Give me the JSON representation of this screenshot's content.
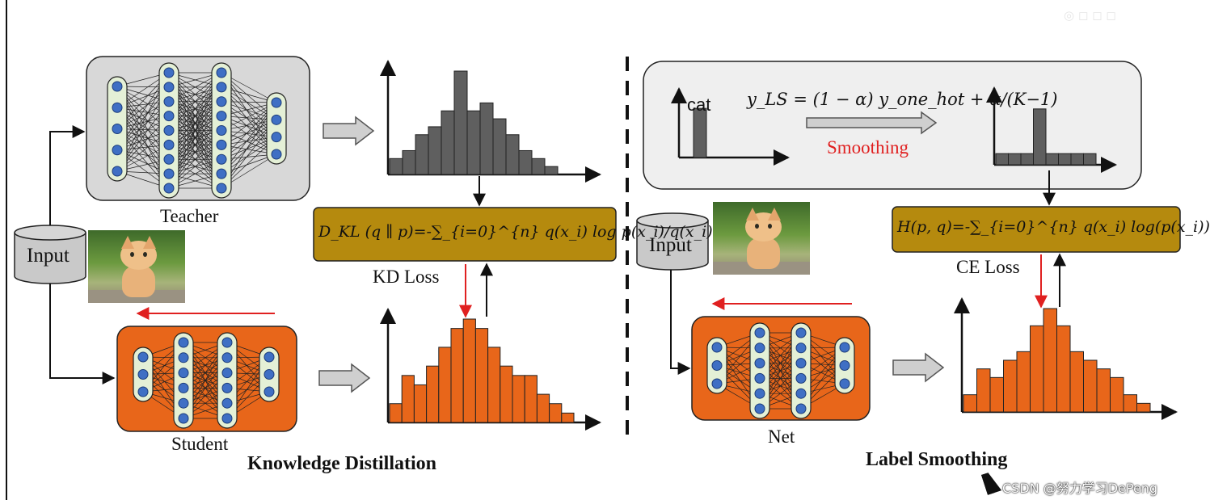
{
  "left_panel": {
    "title": "Knowledge Distillation",
    "teacher_label": "Teacher",
    "student_label": "Student",
    "input_label": "Input",
    "loss_label": "KD Loss",
    "formula": "D_KL (q ∥ p)=-∑_{i=0}^{n} q(x_i) log p(x_i)/q(x_i)"
  },
  "right_panel": {
    "title": "Label Smoothing",
    "net_label": "Net",
    "input_label": "Input",
    "loss_label": "CE Loss",
    "smoothing_label": "Smoothing",
    "cat_label": "cat",
    "ls_formula": "y_LS = (1 − α) y_one_hot + α/(K−1)",
    "ce_formula": "H(p, q)=-∑_{i=0}^{n} q(x_i) log(p(x_i))"
  },
  "watermark": "CSDN @努力学习DePeng",
  "colors": {
    "teacher_fill": "#d8d8d8",
    "student_fill": "#e8661a",
    "node_blue": "#3f6fc4",
    "layer_fill": "#e4f0d6",
    "formula_fill": "#b58a0e",
    "hist_gray": "#5f5f5f",
    "hist_orange": "#e8661a",
    "red_arrow": "#e02020",
    "smoothing_text": "#e02020"
  },
  "histograms": {
    "teacher": [
      2,
      3,
      5,
      6,
      8,
      13,
      8,
      9,
      7,
      5,
      3,
      2,
      1
    ],
    "student": [
      2,
      5,
      4,
      6,
      8,
      10,
      11,
      10,
      8,
      6,
      5,
      5,
      3,
      2,
      1
    ],
    "one_hot": [
      0,
      1
    ],
    "smoothed": [
      1,
      1,
      1,
      5,
      1,
      1,
      1,
      1
    ],
    "net": [
      2,
      5,
      4,
      6,
      7,
      10,
      12,
      10,
      7,
      6,
      5,
      4,
      2,
      1
    ]
  }
}
